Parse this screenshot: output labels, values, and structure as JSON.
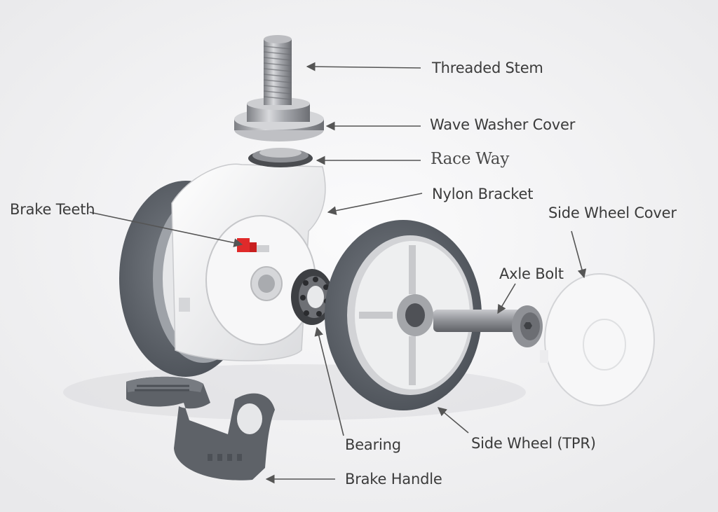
{
  "diagram": {
    "labels": {
      "threaded_stem": "Threaded Stem",
      "wave_washer_cover": "Wave Washer Cover",
      "race_way": "Race Way",
      "nylon_bracket": "Nylon Bracket",
      "brake_teeth": "Brake Teeth",
      "side_wheel_cover": "Side Wheel Cover",
      "axle_bolt": "Axle Bolt",
      "bearing": "Bearing",
      "side_wheel_tpr": "Side Wheel (TPR)",
      "brake_handle": "Brake Handle"
    }
  }
}
